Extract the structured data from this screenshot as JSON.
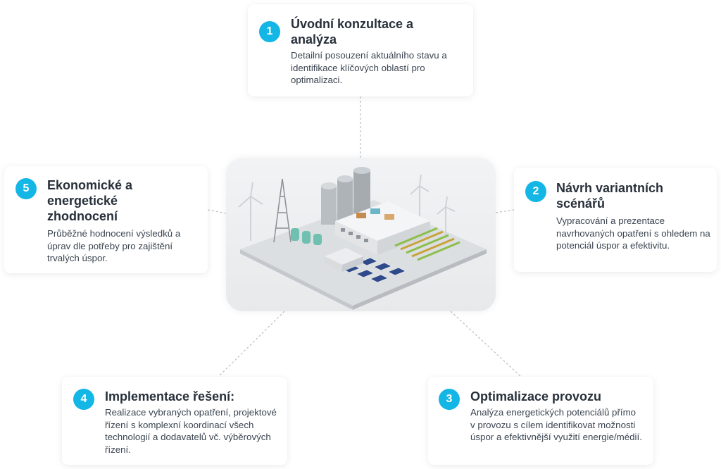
{
  "steps": [
    {
      "number": "1",
      "title": "Úvodní konzultace a analýza",
      "description": "Detailní posouzení aktuálního stavu a identifikace klíčových oblastí pro optimalizaci."
    },
    {
      "number": "2",
      "title": "Návrh variantních scénářů",
      "description": "Vypracování a prezentace navrhovaných opatření s ohledem na potenciál úspor a efektivitu."
    },
    {
      "number": "3",
      "title": "Optimalizace provozu",
      "description": "Analýza energetických potenciálů přímo v provozu s cílem identifikovat možnosti úspor a efektivnější využití energie/médií."
    },
    {
      "number": "4",
      "title": "Implementace řešení:",
      "description": "Realizace vybraných opatření, projektové řízení s komplexní koordinací všech technologií a dodavatelů vč. výběrových řízení."
    },
    {
      "number": "5",
      "title": "Ekonomické a energetické zhodnocení",
      "description": "Průběžné hodnocení výsledků a úprav dle potřeby pro zajištění trvalých úspor."
    }
  ],
  "colors": {
    "accent": "#14b6e6",
    "card_bg": "#ffffff",
    "text": "#27303a"
  },
  "hero_image": {
    "subject": "industrial-plant-illustration"
  }
}
